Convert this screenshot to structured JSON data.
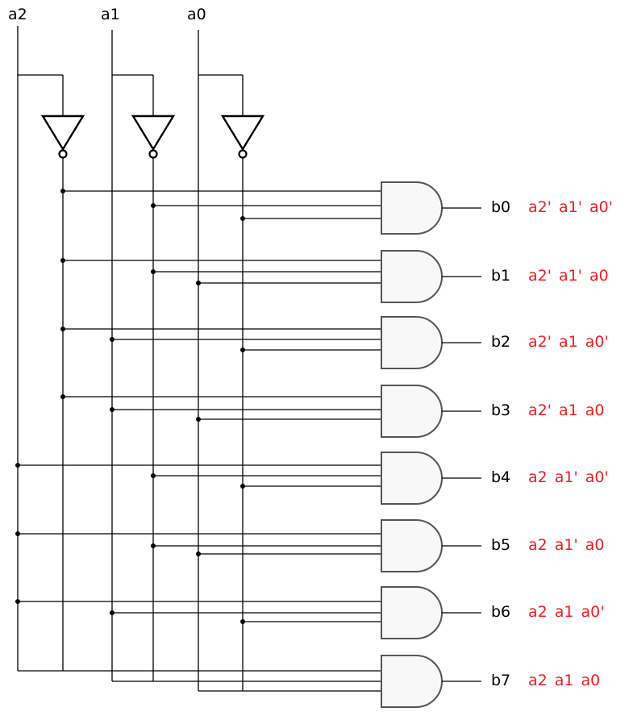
{
  "inputs": [
    {
      "name": "a2",
      "complement": "a2'"
    },
    {
      "name": "a1",
      "complement": "a1'"
    },
    {
      "name": "a0",
      "complement": "a0'"
    }
  ],
  "gate_type": "AND",
  "inverter_type": "NOT",
  "outputs": [
    {
      "label": "b0",
      "expression": "a2' a1' a0'",
      "bits": [
        0,
        0,
        0
      ]
    },
    {
      "label": "b1",
      "expression": "a2' a1' a0",
      "bits": [
        0,
        0,
        1
      ]
    },
    {
      "label": "b2",
      "expression": "a2' a1 a0'",
      "bits": [
        0,
        1,
        0
      ]
    },
    {
      "label": "b3",
      "expression": "a2' a1 a0",
      "bits": [
        0,
        1,
        1
      ]
    },
    {
      "label": "b4",
      "expression": "a2 a1' a0'",
      "bits": [
        1,
        0,
        0
      ]
    },
    {
      "label": "b5",
      "expression": "a2 a1' a0",
      "bits": [
        1,
        0,
        1
      ]
    },
    {
      "label": "b6",
      "expression": "a2 a1 a0'",
      "bits": [
        1,
        1,
        0
      ]
    },
    {
      "label": "b7",
      "expression": "a2 a1 a0",
      "bits": [
        1,
        1,
        1
      ]
    }
  ],
  "colors": {
    "wire": "#000000",
    "expression": "#ee1c24",
    "gate_fill": "#f8f8f8",
    "gate_stroke": "#555555"
  }
}
